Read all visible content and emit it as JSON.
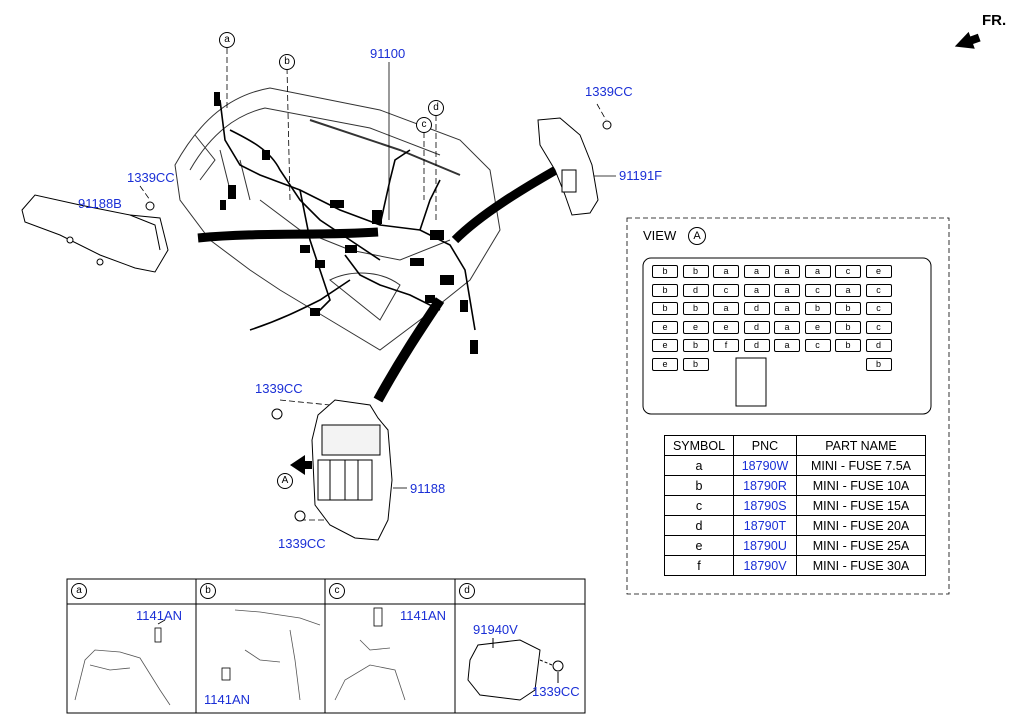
{
  "fr_label": "FR.",
  "callouts": {
    "main_harness": "91100",
    "nut_left": "1339CC",
    "left_bracket": "91188B",
    "nut_right_top": "1339CC",
    "right_module": "91191F",
    "nut_box_top": "1339CC",
    "junction_box": "91188",
    "nut_box_bottom": "1339CC",
    "view_marker": "A",
    "circle_a": "a",
    "circle_b": "b",
    "circle_c": "c",
    "circle_d": "d"
  },
  "view": {
    "title": "VIEW",
    "marker": "A",
    "grid": [
      [
        "b",
        "b",
        "a",
        "a",
        "a",
        "a",
        "c",
        "e"
      ],
      [
        "b",
        "d",
        "c",
        "a",
        "a",
        "c",
        "a",
        "c"
      ],
      [
        "b",
        "b",
        "a",
        "d",
        "a",
        "b",
        "b",
        "c"
      ],
      [
        "e",
        "e",
        "e",
        "d",
        "a",
        "e",
        "b",
        "c"
      ],
      [
        "e",
        "b",
        "f",
        "d",
        "a",
        "c",
        "b",
        "d"
      ],
      [
        "e",
        "b",
        "",
        "",
        "",
        "",
        "",
        "b"
      ]
    ]
  },
  "legend": {
    "headers": [
      "SYMBOL",
      "PNC",
      "PART NAME"
    ],
    "rows": [
      {
        "symbol": "a",
        "pnc": "18790W",
        "name": "MINI - FUSE 7.5A"
      },
      {
        "symbol": "b",
        "pnc": "18790R",
        "name": "MINI - FUSE 10A"
      },
      {
        "symbol": "c",
        "pnc": "18790S",
        "name": "MINI - FUSE 15A"
      },
      {
        "symbol": "d",
        "pnc": "18790T",
        "name": "MINI - FUSE 20A"
      },
      {
        "symbol": "e",
        "pnc": "18790U",
        "name": "MINI - FUSE 25A"
      },
      {
        "symbol": "f",
        "pnc": "18790V",
        "name": "MINI - FUSE 30A"
      }
    ]
  },
  "details": [
    {
      "key": "a",
      "parts": [
        "1141AN"
      ]
    },
    {
      "key": "b",
      "parts": [
        "1141AN"
      ]
    },
    {
      "key": "c",
      "parts": [
        "1141AN"
      ]
    },
    {
      "key": "d",
      "parts": [
        "91940V",
        "1339CC"
      ]
    }
  ]
}
